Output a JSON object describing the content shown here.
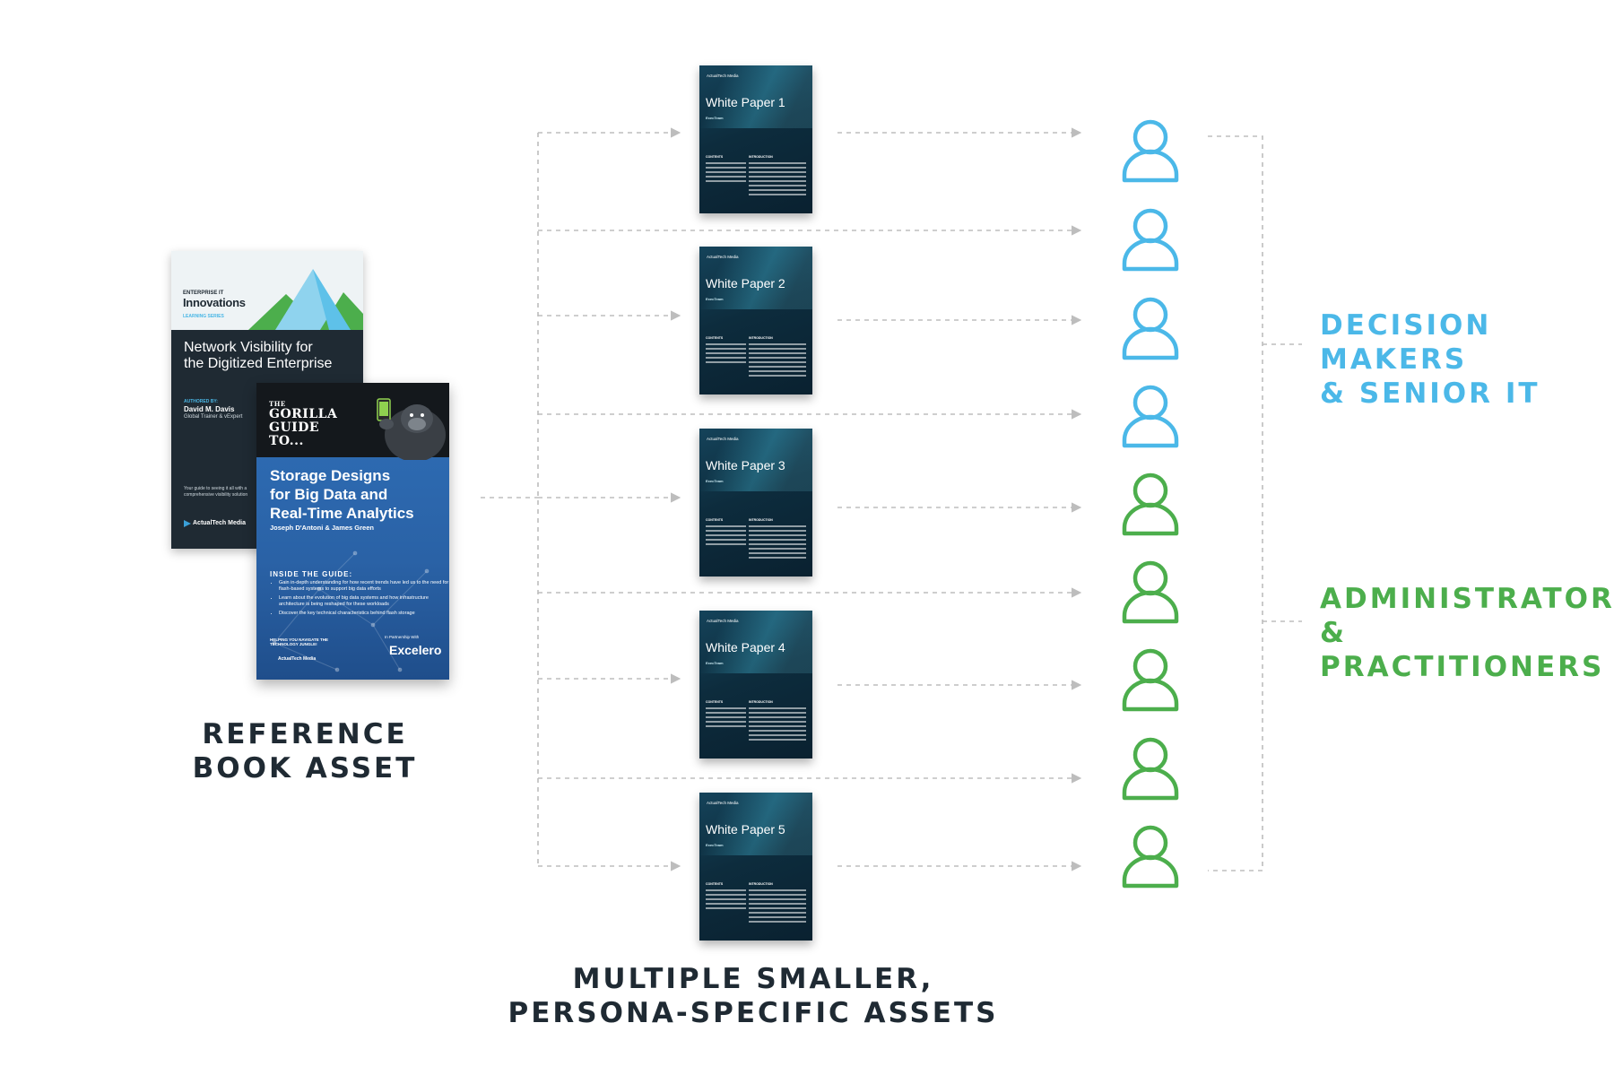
{
  "colors": {
    "senior_persona": "#4bb8e8",
    "practitioner_persona": "#4cae4c",
    "label_dark": "#1f2a33",
    "connector": "#bdbdbd"
  },
  "reference_book": {
    "label_line1": "REFERENCE",
    "label_line2": "BOOK ASSET",
    "book1": {
      "kicker": "ENTERPRISE IT",
      "brand": "Innovations",
      "series": "LEARNING SERIES",
      "title_line1": "Network Visibility for",
      "title_line2": "the Digitized Enterprise",
      "authored_by": "AUTHORED BY:",
      "author": "David M. Davis",
      "author_role": "Global Trainer & vExpert",
      "blurb": "Your guide to seeing it all with a comprehensive visibility solution",
      "publisher": "ActualTech Media"
    },
    "book2": {
      "series_line1": "THE",
      "series_line2": "GORILLA",
      "series_line3": "GUIDE TO...",
      "title_line1": "Storage Designs",
      "title_line2": "for Big Data and",
      "title_line3": "Real-Time Analytics",
      "authors": "Joseph D'Antoni & James Green",
      "inside_heading": "INSIDE THE GUIDE:",
      "bullets": [
        "Gain in-depth understanding for how recent trends have led us to the need for flash-based systems to support big data efforts",
        "Learn about the evolution of big data systems and how infrastructure architecture is being reshaped for these workloads",
        "Discover the key technical characteristics behind flash storage"
      ],
      "footer_left": "HELPING YOU NAVIGATE THE TECHNOLOGY JUNGLE!",
      "footer_partner_lbl": "In Partnership With",
      "partner": "Excelero",
      "publisher": "ActualTech Media"
    }
  },
  "white_papers": {
    "label_line1": "MULTIPLE SMALLER,",
    "label_line2": "PERSONA-SPECIFIC ASSETS",
    "logo": "ActualTech Media",
    "subtitle": "ExecTeam",
    "contents_label": "CONTENTS",
    "intro_label": "INTRODUCTION",
    "titles": [
      "White Paper 1",
      "White Paper 2",
      "White Paper 3",
      "White Paper 4",
      "White Paper 5"
    ]
  },
  "personas": {
    "senior": {
      "line1": "DECISION MAKERS",
      "line2": "& SENIOR IT",
      "count": 4
    },
    "practitioner": {
      "line1": "ADMINISTRATORS",
      "line2": "& PRACTITIONERS",
      "count": 5
    }
  }
}
